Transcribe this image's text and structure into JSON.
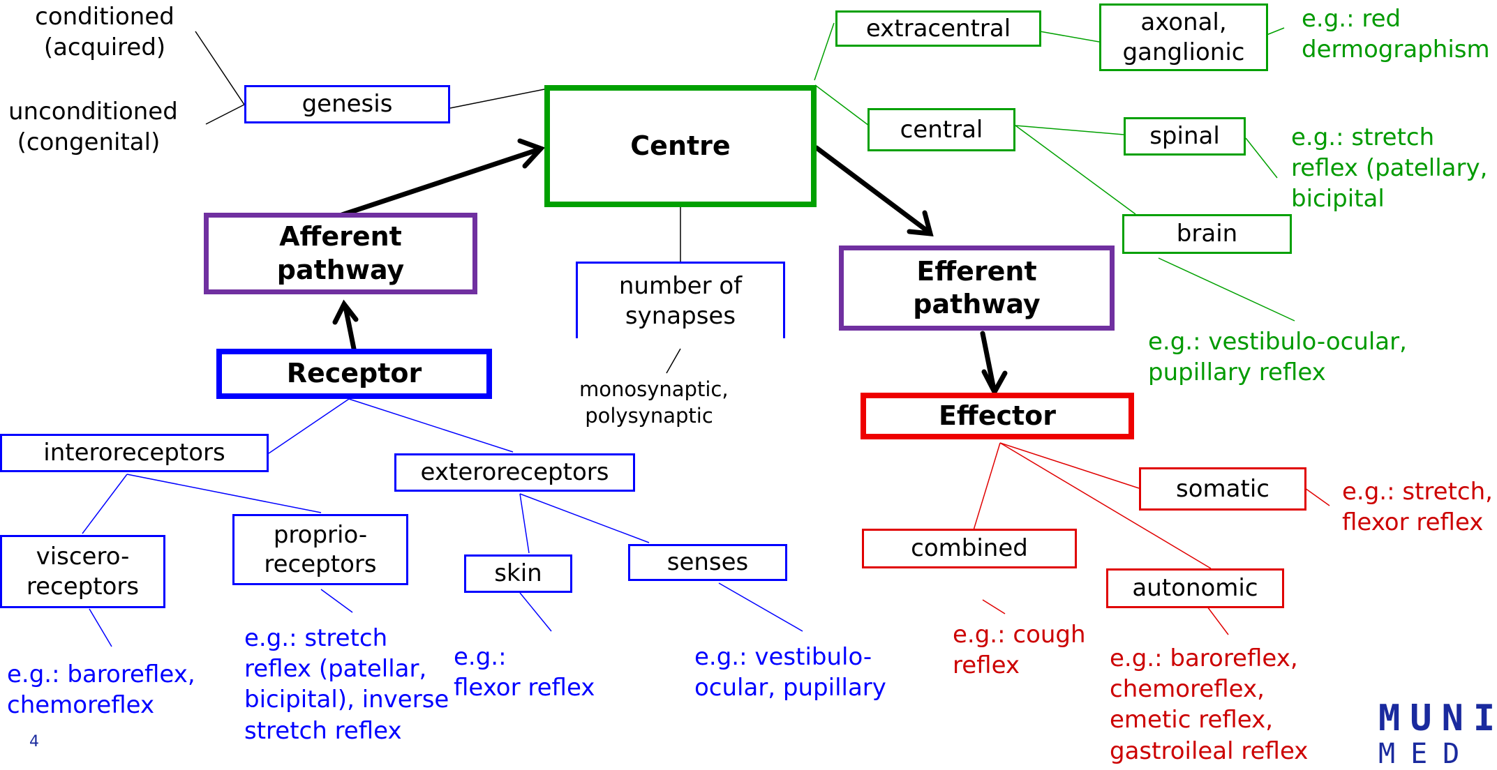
{
  "centre": "Centre",
  "afferent": "Afferent pathway",
  "efferent": "Efferent pathway",
  "receptor": "Receptor",
  "effector": "Effector",
  "genesis": "genesis",
  "conditioned": [
    "conditioned",
    "(acquired)"
  ],
  "unconditioned": [
    "unconditioned",
    "(congenital)"
  ],
  "synapses": {
    "label": [
      "number of",
      "synapses"
    ],
    "types": [
      "monosynaptic,",
      "polysynaptic"
    ]
  },
  "extracentral": "extracentral",
  "axonal": [
    "axonal,",
    "ganglionic"
  ],
  "axonal_example": [
    "e.g.: red",
    "dermographism"
  ],
  "central": "central",
  "spinal": "spinal",
  "spinal_example": [
    "e.g.: stretch",
    "reflex (patellary,",
    "bicipital"
  ],
  "brain": "brain",
  "brain_example": [
    "e.g.: vestibulo-ocular,",
    "pupillary reflex"
  ],
  "interoreceptors": "interoreceptors",
  "exteroreceptors": "exteroreceptors",
  "visceroreceptors": [
    "viscero-",
    "receptors"
  ],
  "proprioreceptors": [
    "proprio-",
    "receptors"
  ],
  "skin": "skin",
  "senses": "senses",
  "viscero_example": [
    "e.g.: baroreflex,",
    "chemoreflex"
  ],
  "proprio_example": [
    "e.g.: stretch",
    "reflex (patellar,",
    "bicipital), inverse",
    "stretch reflex"
  ],
  "skin_example": [
    "e.g.:",
    "flexor reflex"
  ],
  "senses_example": [
    "e.g.: vestibulo-",
    "ocular, pupillary"
  ],
  "somatic": "somatic",
  "somatic_example": [
    "e.g.: stretch,",
    "flexor reflex"
  ],
  "combined": "combined",
  "combined_example": [
    "e.g.: cough",
    "reflex"
  ],
  "autonomic": "autonomic",
  "autonomic_example": [
    "e.g.: baroreflex,",
    "chemoreflex,",
    "emetic reflex,",
    "gastroileal reflex"
  ],
  "page_number": "4",
  "logo": {
    "line1": "MUNI",
    "line2": "MED"
  },
  "colors": {
    "blue": "#0000ff",
    "green": "#00a000",
    "red": "#e00000",
    "purple": "#7030a0"
  }
}
